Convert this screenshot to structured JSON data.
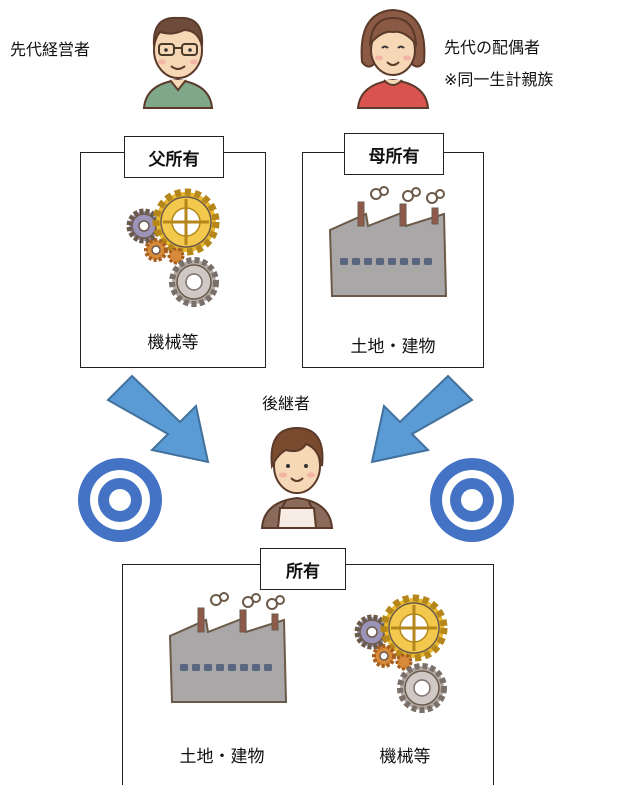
{
  "people": {
    "father": {
      "role": "先代経営者"
    },
    "mother": {
      "role_line1": "先代の配偶者",
      "role_line2": "※同一生計親族"
    },
    "successor": {
      "role": "後継者"
    }
  },
  "boxes": {
    "father": {
      "title": "父所有",
      "asset": "機械等"
    },
    "mother": {
      "title": "母所有",
      "asset": "土地・建物"
    },
    "successor": {
      "title": "所有",
      "asset_left": "土地・建物",
      "asset_right": "機械等"
    }
  },
  "colors": {
    "arrow_fill": "#5b9bd5",
    "arrow_stroke": "#41719c",
    "bullseye": "#4472c4"
  },
  "icons": {
    "father": "father-avatar-icon",
    "mother": "mother-avatar-icon",
    "successor": "successor-avatar-icon",
    "gears": "gears-icon",
    "factory": "factory-icon",
    "arrow": "arrow-icon",
    "bullseye": "double-circle-icon"
  }
}
